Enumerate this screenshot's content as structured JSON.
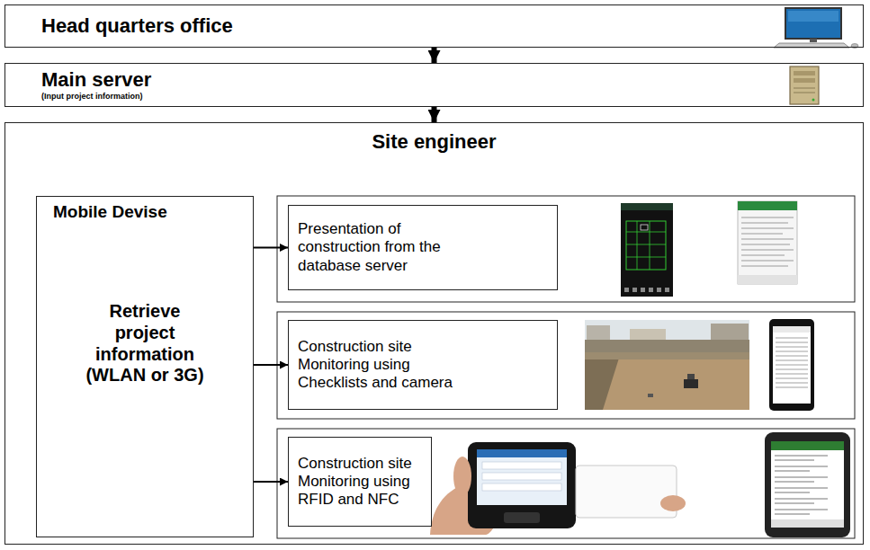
{
  "diagram": {
    "nodes": [
      {
        "text": [
          "Head quarters office"
        ]
      },
      {
        "text": [
          "Main server",
          "(Input project information)"
        ]
      },
      {
        "text": [
          "Site engineer"
        ]
      },
      {
        "text": [
          "Mobile Devise",
          "Retrieve project information (WLAN or 3G)"
        ],
        "in": 2
      },
      {
        "text": [
          "Presentation of construction from the database server"
        ],
        "in": 2
      },
      {
        "text": [
          "Construction site Monitoring using Checklists and camera"
        ],
        "in": 2
      },
      {
        "text": [
          "Construction site Monitoring using RFID and NFC"
        ],
        "in": 2
      }
    ],
    "edges": [
      {
        "from": 0,
        "to": 1,
        "arrow": "to"
      },
      {
        "from": 1,
        "to": 2,
        "arrow": "to"
      },
      {
        "from": 3,
        "to": 4,
        "arrow": "to"
      },
      {
        "from": 3,
        "to": 5,
        "arrow": "to"
      },
      {
        "from": 3,
        "to": 6,
        "arrow": "to"
      }
    ]
  }
}
